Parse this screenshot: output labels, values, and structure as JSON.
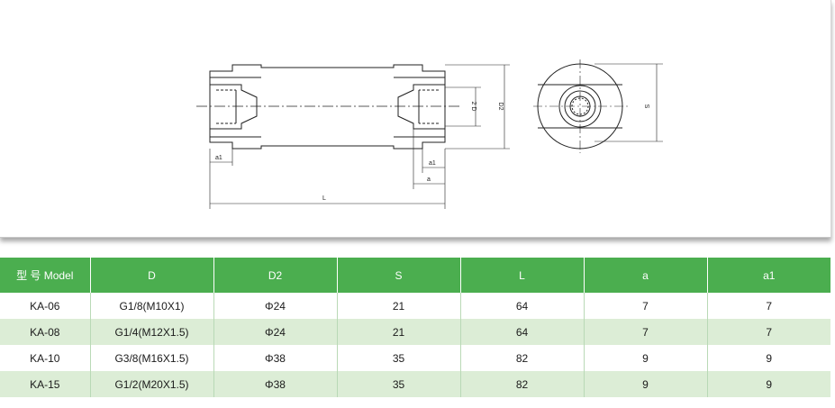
{
  "drawing": {
    "dim_labels": {
      "a1_left": "a1",
      "a1_right": "a1",
      "a": "a",
      "L": "L",
      "D": "2 D",
      "D2": "D2",
      "S": "S"
    }
  },
  "table": {
    "headers": [
      "型 号 Model",
      "D",
      "D2",
      "S",
      "L",
      "a",
      "a1"
    ],
    "rows": [
      [
        "KA-06",
        "G1/8(M10X1)",
        "Φ24",
        "21",
        "64",
        "7",
        "7"
      ],
      [
        "KA-08",
        "G1/4(M12X1.5)",
        "Φ24",
        "21",
        "64",
        "7",
        "7"
      ],
      [
        "KA-10",
        "G3/8(M16X1.5)",
        "Φ38",
        "35",
        "82",
        "9",
        "9"
      ],
      [
        "KA-15",
        "G1/2(M20X1.5)",
        "Φ38",
        "35",
        "82",
        "9",
        "9"
      ]
    ]
  },
  "colors": {
    "header_bg": "#4bae4f",
    "header_text": "#ffffff",
    "row_tint": "#dcedd6"
  }
}
